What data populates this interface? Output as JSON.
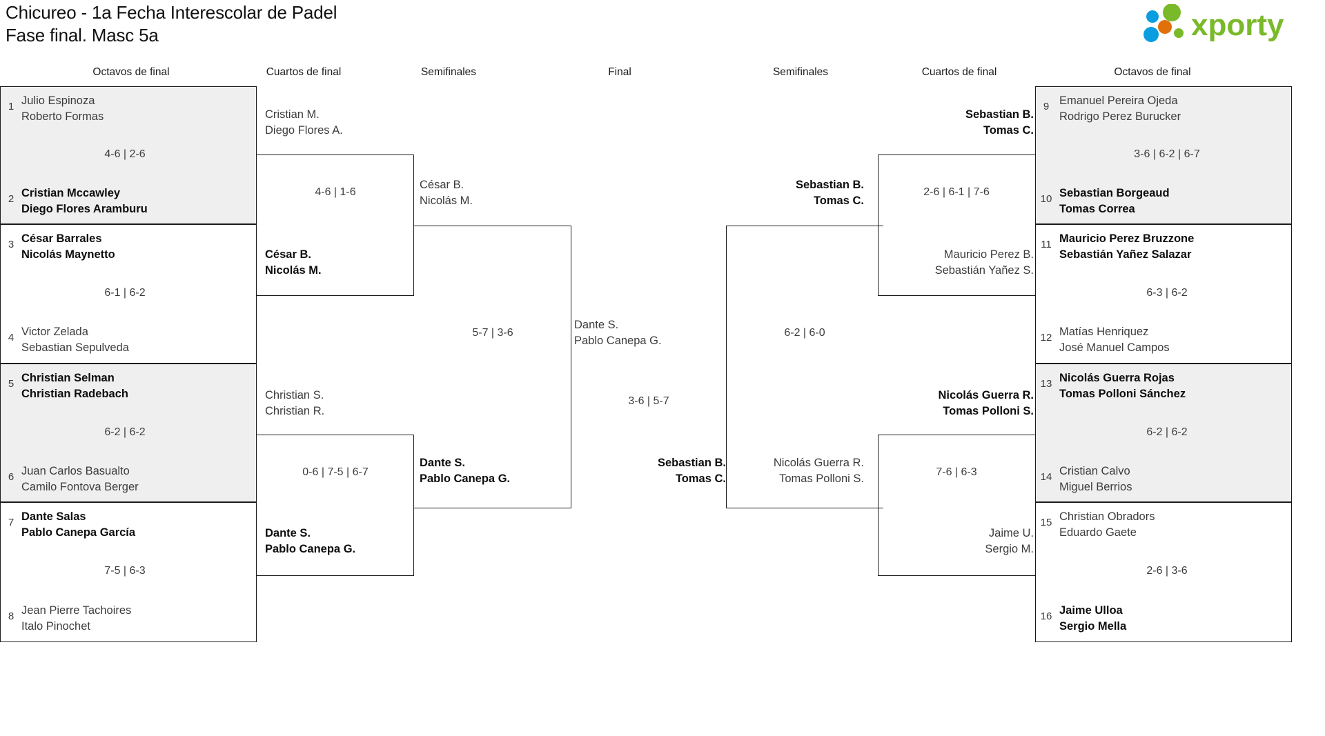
{
  "header": {
    "title_line1": "Chicureo - 1a Fecha Interescolar de Padel",
    "title_line2": "Fase final. Masc 5a",
    "logo_text": "xporty",
    "logo_colors": {
      "green": "#7ab929",
      "blue": "#0a9de0",
      "orange": "#e2700a"
    }
  },
  "round_headers": {
    "left_r16": "Octavos de final",
    "left_qf": "Cuartos de final",
    "left_sf": "Semifinales",
    "final": "Final",
    "right_sf": "Semifinales",
    "right_qf": "Cuartos de final",
    "right_r16": "Octavos de final"
  },
  "left_r16": [
    {
      "seed_a": "1",
      "a1": "Julio Espinoza",
      "a2": "Roberto Formas",
      "a_win": false,
      "seed_b": "2",
      "b1": "Cristian Mccawley",
      "b2": "Diego Flores Aramburu",
      "b_win": true,
      "score": "4-6 | 2-6"
    },
    {
      "seed_a": "3",
      "a1": "César Barrales",
      "a2": "Nicolás Maynetto",
      "a_win": true,
      "seed_b": "4",
      "b1": "Victor Zelada",
      "b2": "Sebastian Sepulveda",
      "b_win": false,
      "score": "6-1 | 6-2"
    },
    {
      "seed_a": "5",
      "a1": "Christian Selman",
      "a2": "Christian Radebach",
      "a_win": true,
      "seed_b": "6",
      "b1": "Juan Carlos Basualto",
      "b2": "Camilo Fontova Berger",
      "b_win": false,
      "score": "6-2 | 6-2"
    },
    {
      "seed_a": "7",
      "a1": "Dante Salas",
      "a2": "Pablo Canepa García",
      "a_win": true,
      "seed_b": "8",
      "b1": "Jean Pierre Tachoires",
      "b2": "Italo Pinochet",
      "b_win": false,
      "score": "7-5 | 6-3"
    }
  ],
  "left_qf": [
    {
      "a1": "Cristian M.",
      "a2": "Diego Flores A.",
      "a_win": false,
      "b1": "César B.",
      "b2": "Nicolás M.",
      "b_win": true,
      "score": "4-6 | 1-6"
    },
    {
      "a1": "Christian S.",
      "a2": "Christian R.",
      "a_win": false,
      "b1": "Dante S.",
      "b2": "Pablo Canepa G.",
      "b_win": true,
      "score": "0-6 | 7-5 | 6-7"
    }
  ],
  "left_sf": [
    {
      "a1": "César B.",
      "a2": "Nicolás M.",
      "a_win": false,
      "b1": "Dante S.",
      "b2": "Pablo Canepa G.",
      "b_win": true,
      "score": "5-7 | 3-6"
    }
  ],
  "final": {
    "a1": "Dante S.",
    "a2": "Pablo Canepa G.",
    "a_win": false,
    "b1": "Sebastian B.",
    "b2": "Tomas C.",
    "b_win": true,
    "score": "3-6 | 5-7"
  },
  "right_sf": [
    {
      "a1": "Sebastian B.",
      "a2": "Tomas C.",
      "a_win": true,
      "b1": "Nicolás Guerra R.",
      "b2": "Tomas Polloni S.",
      "b_win": false,
      "score": "6-2 | 6-0"
    }
  ],
  "right_qf": [
    {
      "a1": "Sebastian B.",
      "a2": "Tomas C.",
      "a_win": true,
      "b1": "Mauricio Perez B.",
      "b2": "Sebastián Yañez S.",
      "b_win": false,
      "score": "2-6 | 6-1 | 7-6"
    },
    {
      "a1": "Nicolás Guerra R.",
      "a2": "Tomas Polloni S.",
      "a_win": true,
      "b1": "Jaime U.",
      "b2": "Sergio M.",
      "b_win": false,
      "score": "7-6 | 6-3"
    }
  ],
  "right_r16": [
    {
      "seed_a": "9",
      "a1": "Emanuel Pereira Ojeda",
      "a2": "Rodrigo Perez Burucker",
      "a_win": false,
      "seed_b": "10",
      "b1": "Sebastian Borgeaud",
      "b2": "Tomas Correa",
      "b_win": true,
      "score": "3-6 | 6-2 | 6-7"
    },
    {
      "seed_a": "11",
      "a1": "Mauricio Perez Bruzzone",
      "a2": "Sebastián Yañez Salazar",
      "a_win": true,
      "seed_b": "12",
      "b1": "Matías Henriquez",
      "b2": "José Manuel Campos",
      "b_win": false,
      "score": "6-3 | 6-2"
    },
    {
      "seed_a": "13",
      "a1": "Nicolás Guerra Rojas",
      "a2": "Tomas Polloni Sánchez",
      "a_win": true,
      "seed_b": "14",
      "b1": "Cristian Calvo",
      "b2": "Miguel Berrios",
      "b_win": false,
      "score": "6-2 | 6-2"
    },
    {
      "seed_a": "15",
      "a1": "Christian Obradors",
      "a2": "Eduardo Gaete",
      "a_win": false,
      "seed_b": "16",
      "b1": "Jaime Ulloa",
      "b2": "Sergio Mella",
      "b_win": true,
      "score": "2-6 | 3-6"
    }
  ]
}
